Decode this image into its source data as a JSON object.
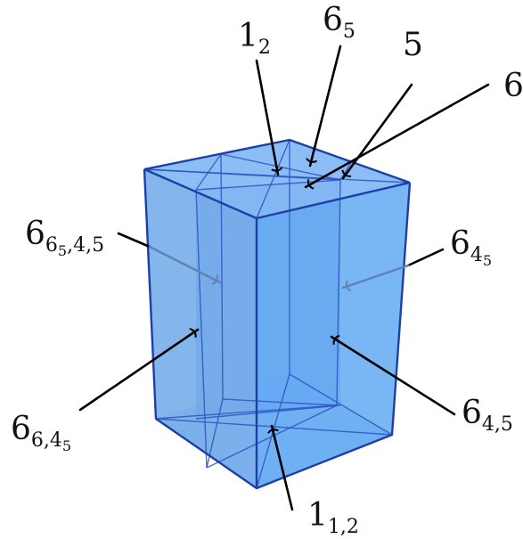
{
  "diagram": {
    "colors": {
      "face_front": "#5ba6f2",
      "face_left": "#6ea8e8",
      "face_top": "#7fb6f3",
      "face_inner": "#5592e0",
      "edge": "#1d3fa8",
      "arrow": "#000000"
    },
    "labels": {
      "l_1_2": {
        "base": "1",
        "sub": "2"
      },
      "l_6_5": {
        "base": "6",
        "sub": "5"
      },
      "l_5": {
        "base": "5"
      },
      "l_6": {
        "base": "6"
      },
      "l_6_65_45": {
        "base": "6",
        "sub_a": "6",
        "subsub_a": "5",
        "sub_b": ",4,5"
      },
      "l_6_45": {
        "base": "6",
        "sub": "4",
        "subsub": "5"
      },
      "l_6_6_45": {
        "base": "6",
        "sub_a": "6,4",
        "subsub": "5"
      },
      "l_6_4_5": {
        "base": "6",
        "sub": "4,5"
      },
      "l_1_12": {
        "base": "1",
        "sub": "1,2"
      }
    }
  }
}
